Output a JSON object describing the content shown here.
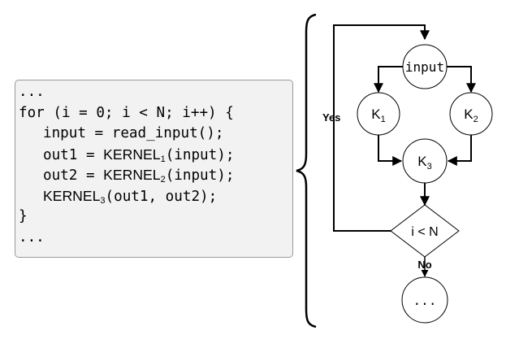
{
  "code": {
    "line_start_ellipsis": "...",
    "for_line": "for (i = 0; i < N; i++) {",
    "input_line": "input = read_input();",
    "out1_prefix": "out1 = ",
    "out1_kernel": "KERNEL",
    "out1_sub": "1",
    "out1_suffix": "(input);",
    "out2_prefix": "out2 = ",
    "out2_kernel": "KERNEL",
    "out2_sub": "2",
    "out2_suffix": "(input);",
    "k3_kernel": "KERNEL",
    "k3_sub": "3",
    "k3_suffix": "(out1, out2);",
    "close_brace": "}",
    "line_end_ellipsis": "..."
  },
  "flow": {
    "input_node": "input",
    "k1": {
      "base": "K",
      "sub": "1"
    },
    "k2": {
      "base": "K",
      "sub": "2"
    },
    "k3": {
      "base": "K",
      "sub": "3"
    },
    "condition": "i < N",
    "yes_label": "Yes",
    "no_label": "No",
    "end_node": "..."
  }
}
